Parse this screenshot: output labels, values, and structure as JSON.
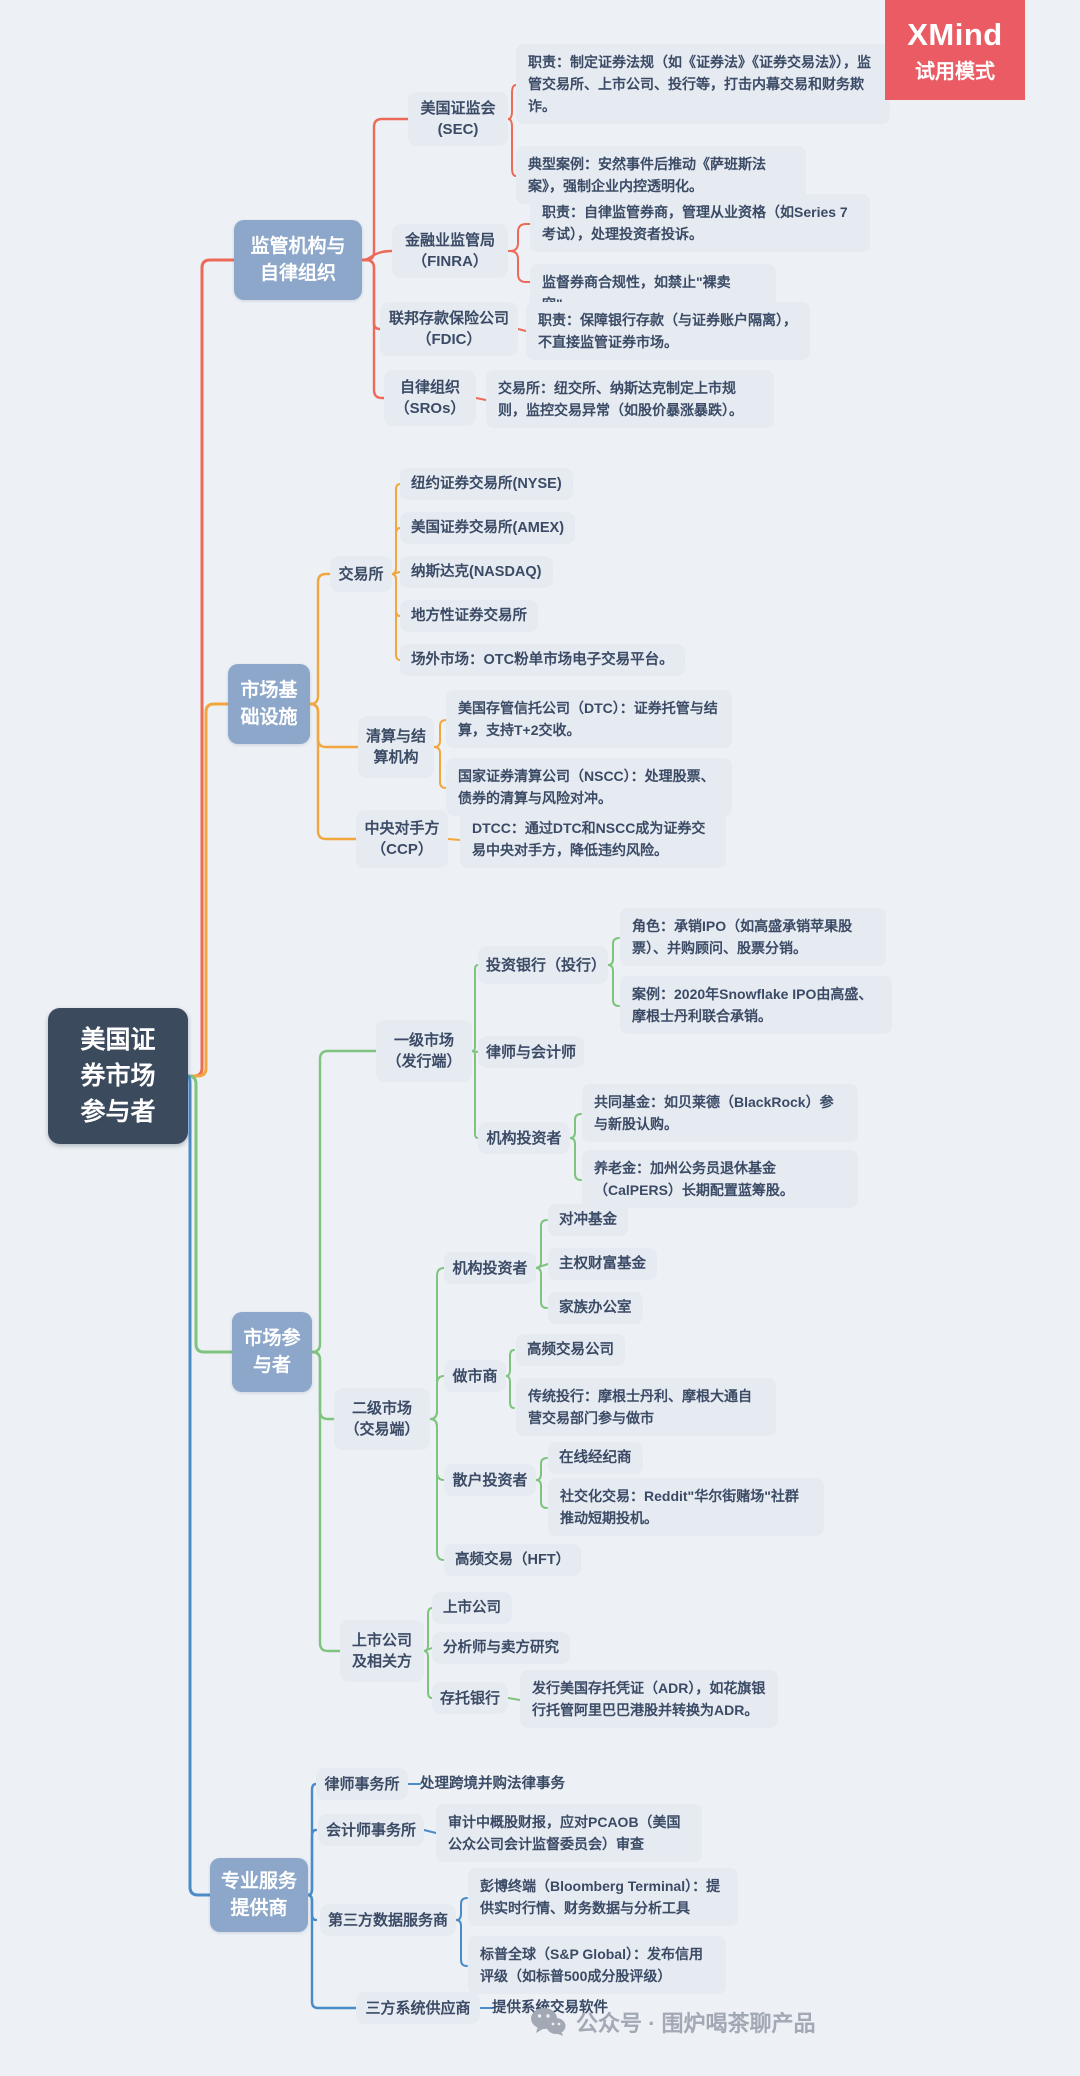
{
  "app": {
    "badge": {
      "title": "XMind",
      "subtitle": "试用模式"
    },
    "watermark": {
      "icon": "wechat-icon",
      "text": "公众号 · 围炉喝茶聊产品"
    }
  },
  "colors": {
    "background": "#edf1f6",
    "topic_fill": "#e6eaf1",
    "topic_text": "#3b4b66",
    "branch_fill": "#8da7ca",
    "root_fill": "#3b4a5c",
    "regulators_branch": "#ee6a58",
    "infrastructure_branch": "#f2a73e",
    "participants_branch": "#7ec47e",
    "services_branch": "#4b8cc8",
    "trial_badge": "#ea5b64",
    "watermark": "#a2a8b4"
  },
  "map": {
    "root": "美国证\n券市场\n参与者",
    "branches": {
      "regulators": {
        "label": "监管机构与\n自律组织",
        "children": {
          "sec": {
            "label": "美国证监会\n(SEC)",
            "d1": "职责：制定证券法规（如《证券法》《证券交易法》），监管交易所、上市公司、投行等，打击内幕交易和财务欺诈。",
            "d2": "典型案例：安然事件后推动《萨班斯法案》，强制企业内控透明化。"
          },
          "finra": {
            "label": "金融业监管局\n（FINRA）",
            "d1": "职责：自律监管券商，管理从业资格（如Series 7考试），处理投资者投诉。",
            "d2": "监督券商合规性，如禁止\"裸卖空\"。"
          },
          "fdic": {
            "label": "联邦存款保险公司\n（FDIC）",
            "d1": "职责：保障银行存款（与证券账户隔离），不直接监管证券市场。"
          },
          "sros": {
            "label": "自律组织\n（SROs）",
            "d1": "交易所：纽交所、纳斯达克制定上市规则，监控交易异常（如股价暴涨暴跌）。"
          }
        }
      },
      "infrastructure": {
        "label": "市场基\n础设施",
        "children": {
          "exchanges": {
            "label": "交易所",
            "items": [
              "纽约证券交易所(NYSE)",
              "美国证券交易所(AMEX)",
              "纳斯达克(NASDAQ)",
              "地方性证券交易所",
              "场外市场：OTC粉单市场电子交易平台。"
            ]
          },
          "clearing": {
            "label": "清算与结\n算机构",
            "d1": "美国存管信托公司（DTC）：证券托管与结算，支持T+2交收。",
            "d2": "国家证券清算公司（NSCC）：处理股票、债券的清算与风险对冲。"
          },
          "ccp": {
            "label": "中央对手方\n（CCP）",
            "d1": "DTCC：通过DTC和NSCC成为证券交易中央对手方，降低违约风险。"
          }
        }
      },
      "participants": {
        "label": "市场参\n与者",
        "children": {
          "primary": {
            "label": "一级市场\n（发行端）",
            "children": {
              "ibank": {
                "label": "投资银行（投行）",
                "d1": "角色：承销IPO（如高盛承销苹果股票）、并购顾问、股票分销。",
                "d2": "案例：2020年Snowflake IPO由高盛、摩根士丹利联合承销。"
              },
              "lawacc": {
                "label": "律师与会计师"
              },
              "inst": {
                "label": "机构投资者",
                "d1": "共同基金：如贝莱德（BlackRock）参与新股认购。",
                "d2": "养老金：加州公务员退休基金（CalPERS）长期配置蓝筹股。"
              }
            }
          },
          "secondary": {
            "label": "二级市场\n（交易端）",
            "children": {
              "inst": {
                "label": "机构投资者",
                "items": [
                  "对冲基金",
                  "主权财富基金",
                  "家族办公室"
                ]
              },
              "marketmaker": {
                "label": "做市商",
                "d1": "高频交易公司",
                "d2": "传统投行：摩根士丹利、摩根大通自营交易部门参与做市"
              },
              "retail": {
                "label": "散户投资者",
                "d1": "在线经纪商",
                "d2": "社交化交易：Reddit\"华尔街赌场\"社群推动短期投机。"
              },
              "hft": {
                "label": "高频交易（HFT）"
              }
            }
          },
          "listed": {
            "label": "上市公司\n及相关方",
            "children": {
              "listco": {
                "label": "上市公司"
              },
              "analyst": {
                "label": "分析师与卖方研究"
              },
              "depbank": {
                "label": "存托银行",
                "d1": "发行美国存托凭证（ADR），如花旗银行托管阿里巴巴港股并转换为ADR。"
              }
            }
          }
        }
      },
      "services": {
        "label": "专业服务\n提供商",
        "children": {
          "lawfirm": {
            "label": "律师事务所",
            "d1": "处理跨境并购法律事务"
          },
          "acctfirm": {
            "label": "会计师事务所",
            "d1": "审计中概股财报，应对PCAOB（美国公众公司会计监督委员会）审查"
          },
          "datavendor": {
            "label": "第三方数据服务商",
            "d1": "彭博终端（Bloomberg Terminal）：提供实时行情、财务数据与分析工具",
            "d2": "标普全球（S&P Global）：发布信用评级（如标普500成分股评级）"
          },
          "sysvendor": {
            "label": "三方系统供应商",
            "d1": "提供系统交易软件"
          }
        }
      }
    }
  }
}
